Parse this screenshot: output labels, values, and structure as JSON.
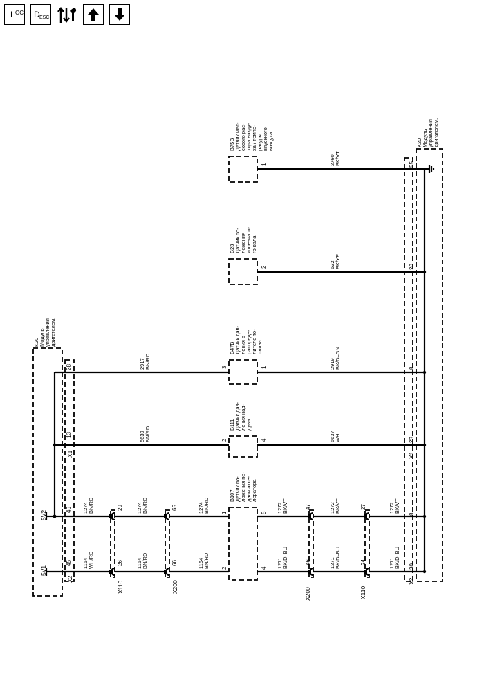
{
  "toolbar": {
    "buttons": [
      {
        "icon": "loc-icon",
        "main": "L",
        "sub": "OC"
      },
      {
        "icon": "desc-icon",
        "main": "D",
        "sub": "ESC"
      },
      {
        "icon": "flow-wrench-icon"
      },
      {
        "icon": "arrow-up-icon"
      },
      {
        "icon": "arrow-down-icon"
      }
    ]
  },
  "modules": {
    "ecm_left": [
      "K20",
      "Модуль",
      "управления",
      "двигателем."
    ],
    "ecm_right": [
      "K20",
      "Модуль",
      "управления",
      "двигателем."
    ]
  },
  "sensors": {
    "b75b": [
      "B75B",
      "Датчик мас-",
      "сового рас-",
      "хода возду-",
      "ха / темпе-",
      "ратуры",
      "впускного",
      "воздуха"
    ],
    "b23": [
      "B23",
      "Датчик по-",
      "ложения",
      "коленчато-",
      "го вала"
    ],
    "b47b": [
      "B47B",
      "Датчик дав-",
      "ления в",
      "распреде-",
      "лителе то-",
      "плива"
    ],
    "b111": [
      "B111",
      "Датчик дав-",
      "ления над-",
      "дува"
    ],
    "b107": [
      "B107",
      "Датчик по-",
      "ложения пе-",
      "дали аксе-",
      "лератора"
    ]
  },
  "connectors": {
    "x2_left": "X2",
    "x1_left": "X1",
    "x110_left": "X110",
    "x200_left": "X200",
    "x200_right": "X200",
    "x110_right": "X110",
    "x1_right": "X1",
    "x2_right": "X2"
  },
  "references": {
    "five_v1": "5V1",
    "five_v2": "5V2"
  },
  "circuits": [
    {
      "num": "2760",
      "color": "BK/VT"
    },
    {
      "num": "632",
      "color": "BK/YE"
    },
    {
      "num": "2917",
      "color": "BN/RD"
    },
    {
      "num": "2919",
      "color": "BK/D–GN"
    },
    {
      "num": "5639",
      "color": "BN/RD"
    },
    {
      "num": "5637",
      "color": "WH"
    },
    {
      "num": "1274",
      "color": "BN/RD"
    },
    {
      "num": "1272",
      "color": "BK/VT"
    },
    {
      "num": "1164",
      "color": "WH/RD"
    },
    {
      "num": "1164",
      "color": "BN/RD"
    },
    {
      "num": "1271",
      "color": "BK/D–BU"
    }
  ],
  "pins": {
    "ecm_l_28": "28",
    "ecm_l_13": "13",
    "ecm_l_46": "46",
    "ecm_l_45": "45",
    "x110_29": "29",
    "x110_26": "26",
    "x200_65": "65",
    "x200_66": "66",
    "b47b_3": "3",
    "b47b_1": "1",
    "b111_2": "2",
    "b111_4": "4",
    "b107_1": "1",
    "b107_5": "5",
    "b107_2": "2",
    "b107_4": "4",
    "b75b_1": "1",
    "b23_2": "2",
    "x200r_47": "47",
    "x200r_46": "46",
    "x110r_27": "27",
    "x110r_24": "24",
    "ecm_r_55": "55",
    "ecm_r_20": "20",
    "ecm_r_8a": "8",
    "ecm_r_23": "23",
    "ecm_r_8b": "8",
    "ecm_r_30": "30"
  }
}
